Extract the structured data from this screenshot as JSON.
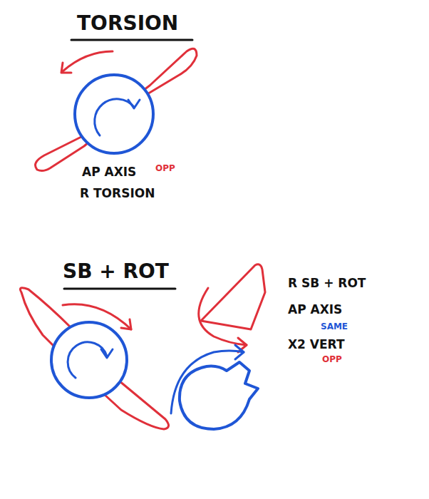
{
  "diagram": {
    "labels": [
      "TORSION",
      "AP AXIS",
      "OPP",
      "R TORSION",
      "SB + ROT",
      "R SB + ROT",
      "AP AXIS",
      "SAME",
      "X2 VERT",
      "OPP"
    ]
  }
}
